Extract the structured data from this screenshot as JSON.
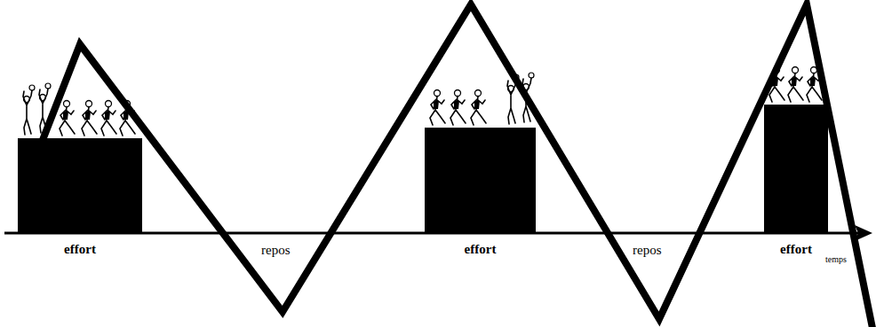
{
  "diagram": {
    "nodes": [
      {
        "text": [
          "effort"
        ]
      },
      {
        "text": [
          "effort"
        ]
      },
      {
        "text": [
          "effort"
        ]
      }
    ],
    "labels": [
      "repos",
      "repos",
      "temps"
    ]
  }
}
